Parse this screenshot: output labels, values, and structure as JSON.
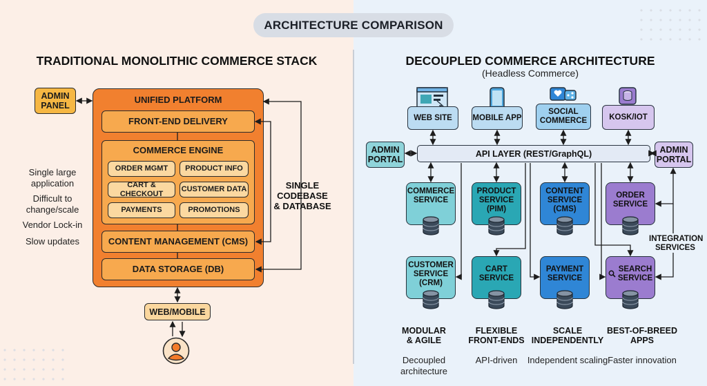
{
  "title": "ARCHITECTURE COMPARISON",
  "left": {
    "heading": "TRADITIONAL MONOLITHIC COMMERCE STACK",
    "admin_panel": "ADMIN\nPANEL",
    "unified_platform": "UNIFIED PLATFORM",
    "front_end": "FRONT-END DELIVERY",
    "commerce_engine": "COMMERCE ENGINE",
    "modules": [
      "ORDER MGMT",
      "PRODUCT INFO",
      "CART & CHECKOUT",
      "CUSTOMER DATA",
      "PAYMENTS",
      "PROMOTIONS"
    ],
    "cms": "CONTENT MANAGEMENT (CMS)",
    "storage": "DATA STORAGE (DB)",
    "web_mobile": "WEB/MOBILE",
    "single_codebase": "SINGLE\nCODEBASE\n& DATABASE",
    "notes": [
      "Single large\napplication",
      "Difficult to\nchange/scale",
      "Vendor Lock-in",
      "Slow updates"
    ]
  },
  "right": {
    "heading": "DECOUPLED COMMERCE ARCHITECTURE",
    "subheading": "(Headless Commerce)",
    "fronts": [
      "WEB SITE",
      "MOBILE APP",
      "SOCIAL\nCOMMERCE",
      "KOSK/IOT"
    ],
    "admin_portal_left": "ADMIN\nPORTAL",
    "admin_portal_right": "ADMIN\nPORTAL",
    "api_layer": "API LAYER (REST/GraphQL)",
    "services_row1": [
      "COMMERCE\nSERVICE",
      "PRODUCT\nSERVICE\n(PIM)",
      "CONTENT\nSERVICE\n(CMS)",
      "ORDER\nSERVICE"
    ],
    "services_row2": [
      "CUSTOMER\nSERVICE\n(CRM)",
      "CART\nSERVICE",
      "PAYMENT\nSERVICE",
      "SEARCH\nSERVICE"
    ],
    "integration": "INTEGRATION\nSERVICES",
    "benefits": [
      "MODULAR\n& AGILE",
      "FLEXIBLE\nFRONT-ENDS",
      "SCALE\nINDEPENDENTLY",
      "BEST-OF-BREED\nAPPS"
    ],
    "benefit_notes": [
      "Decoupled\narchitecture",
      "API-driven",
      "Independent scaling",
      "Faster innovation"
    ]
  },
  "colors": {
    "service_teal_light": "#7fd0d8",
    "service_teal": "#2aa7b4",
    "service_blue": "#2f86d6",
    "service_purple": "#9b7ccf",
    "monolith_orange": "#f1802f"
  }
}
